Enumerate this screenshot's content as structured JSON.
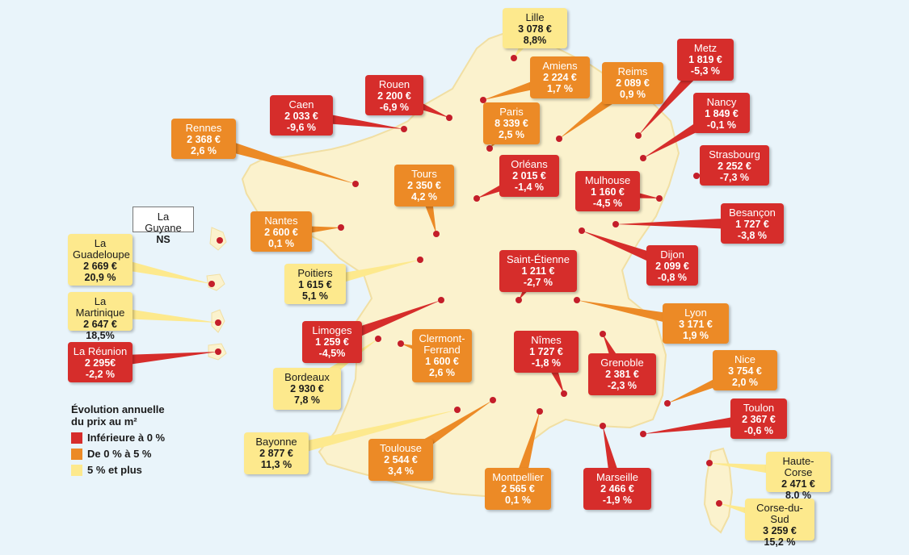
{
  "legend": {
    "title_line1": "Évolution annuelle",
    "title_line2": "du prix au m²",
    "items": [
      {
        "label": "Inférieure à 0 %",
        "color": "#d62d2b"
      },
      {
        "label": "De 0 % à 5 %",
        "color": "#ec8a26"
      },
      {
        "label": "5 % et plus",
        "color": "#fde98d"
      }
    ]
  },
  "colors": {
    "red": "#d62d2b",
    "orange": "#ec8a26",
    "yellow": "#fde98d",
    "land": "#fbf2cd",
    "sea": "#e9f4fa",
    "border": "#ffffff",
    "dot": "#c41e2a"
  },
  "cities": [
    {
      "id": "lille",
      "name": "Lille",
      "price": "3 078 €",
      "change": "8,8%",
      "category": "yellow"
    },
    {
      "id": "amiens",
      "name": "Amiens",
      "price": "2 224 €",
      "change": "1,7 %",
      "category": "orange"
    },
    {
      "id": "reims",
      "name": "Reims",
      "price": "2 089 €",
      "change": "0,9 %",
      "category": "orange"
    },
    {
      "id": "metz",
      "name": "Metz",
      "price": "1 819 €",
      "change": "-5,3 %",
      "category": "red"
    },
    {
      "id": "rouen",
      "name": "Rouen",
      "price": "2 200 €",
      "change": "-6,9 %",
      "category": "red"
    },
    {
      "id": "caen",
      "name": "Caen",
      "price": "2 033 €",
      "change": "-9,6 %",
      "category": "red"
    },
    {
      "id": "paris",
      "name": "Paris",
      "price": "8 339 €",
      "change": "2,5 %",
      "category": "orange"
    },
    {
      "id": "nancy",
      "name": "Nancy",
      "price": "1 849 €",
      "change": "-0,1 %",
      "category": "red"
    },
    {
      "id": "rennes",
      "name": "Rennes",
      "price": "2 368 €",
      "change": "2,6 %",
      "category": "orange"
    },
    {
      "id": "strasbourg",
      "name": "Strasbourg",
      "price": "2 252 €",
      "change": "-7,3 %",
      "category": "red"
    },
    {
      "id": "orleans",
      "name": "Orléans",
      "price": "2 015 €",
      "change": "-1,4 %",
      "category": "red"
    },
    {
      "id": "tours",
      "name": "Tours",
      "price": "2 350 €",
      "change": "4,2 %",
      "category": "orange"
    },
    {
      "id": "mulhouse",
      "name": "Mulhouse",
      "price": "1 160 €",
      "change": "-4,5 %",
      "category": "red"
    },
    {
      "id": "nantes",
      "name": "Nantes",
      "price": "2 600 €",
      "change": "0,1 %",
      "category": "orange"
    },
    {
      "id": "besancon",
      "name": "Besançon",
      "price": "1 727 €",
      "change": "-3,8 %",
      "category": "red"
    },
    {
      "id": "dijon",
      "name": "Dijon",
      "price": "2 099 €",
      "change": "-0,8 %",
      "category": "red"
    },
    {
      "id": "poitiers",
      "name": "Poitiers",
      "price": "1 615 €",
      "change": "5,1 %",
      "category": "yellow"
    },
    {
      "id": "saintetienne",
      "name": "Saint-Étienne",
      "price": "1 211 €",
      "change": "-2,7 %",
      "category": "red"
    },
    {
      "id": "lyon",
      "name": "Lyon",
      "price": "3 171 €",
      "change": "1,9 %",
      "category": "orange"
    },
    {
      "id": "limoges",
      "name": "Limoges",
      "price": "1 259 €",
      "change": "-4,5%",
      "category": "red"
    },
    {
      "id": "clermont",
      "name": "Clermont-Ferrand",
      "price": "1 600 €",
      "change": "2,6 %",
      "category": "orange"
    },
    {
      "id": "nimes",
      "name": "Nîmes",
      "price": "1 727 €",
      "change": "-1,8 %",
      "category": "red"
    },
    {
      "id": "grenoble",
      "name": "Grenoble",
      "price": "2 381 €",
      "change": "-2,3 %",
      "category": "red"
    },
    {
      "id": "nice",
      "name": "Nice",
      "price": "3 754 €",
      "change": "2,0 %",
      "category": "orange"
    },
    {
      "id": "bordeaux",
      "name": "Bordeaux",
      "price": "2 930 €",
      "change": "7,8 %",
      "category": "yellow"
    },
    {
      "id": "toulon",
      "name": "Toulon",
      "price": "2 367 €",
      "change": "-0,6 %",
      "category": "red"
    },
    {
      "id": "bayonne",
      "name": "Bayonne",
      "price": "2 877 €",
      "change": "11,3 %",
      "category": "yellow"
    },
    {
      "id": "toulouse",
      "name": "Toulouse",
      "price": "2 544 €",
      "change": "3,4 %",
      "category": "orange"
    },
    {
      "id": "montpellier",
      "name": "Montpellier",
      "price": "2 565 €",
      "change": "0,1 %",
      "category": "orange"
    },
    {
      "id": "marseille",
      "name": "Marseille",
      "price": "2 466 €",
      "change": "-1,9 %",
      "category": "red"
    },
    {
      "id": "hautecorse",
      "name": "Haute-Corse",
      "price": "2 471 €",
      "change": "8,0 %",
      "category": "yellow"
    },
    {
      "id": "corsedusud",
      "name": "Corse-du-Sud",
      "price": "3 259 €",
      "change": "15,2 %",
      "category": "yellow"
    },
    {
      "id": "guadeloupe",
      "name": "La Guadeloupe",
      "price": "2 669 €",
      "change": "20,9 %",
      "category": "yellow"
    },
    {
      "id": "martinique",
      "name": "La Martinique",
      "price": "2 647 €",
      "change": "18,5%",
      "category": "yellow"
    },
    {
      "id": "reunion",
      "name": "La Réunion",
      "price": "2 295€",
      "change": "-2,2 %",
      "category": "red"
    },
    {
      "id": "guyane",
      "name": "La Guyane",
      "price": "",
      "change": "NS",
      "category": "white"
    }
  ]
}
